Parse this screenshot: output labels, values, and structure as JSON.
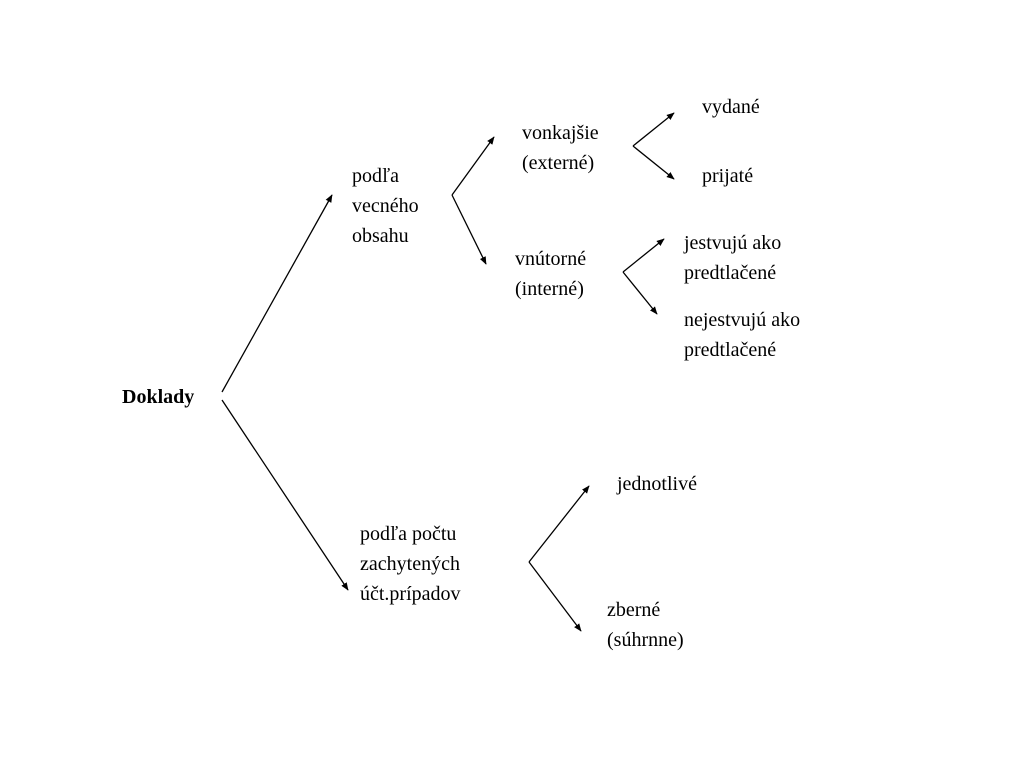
{
  "diagram": {
    "root": "Doklady",
    "branch_content": [
      "podľa",
      "vecného",
      "obsahu"
    ],
    "branch_count": [
      "podľa počtu",
      "zachytených",
      "účt.prípadov"
    ],
    "external": [
      "vonkajšie",
      "(externé)"
    ],
    "issued": "vydané",
    "received": "prijaté",
    "internal": [
      "vnútorné",
      "(interné)"
    ],
    "preprinted_exist": [
      "jestvujú ako",
      "predtlačené"
    ],
    "preprinted_not_exist": [
      "nejestvujú ako",
      "predtlačené"
    ],
    "individual": "jednotlivé",
    "collective": [
      "zberné",
      "(súhrnne)"
    ]
  }
}
